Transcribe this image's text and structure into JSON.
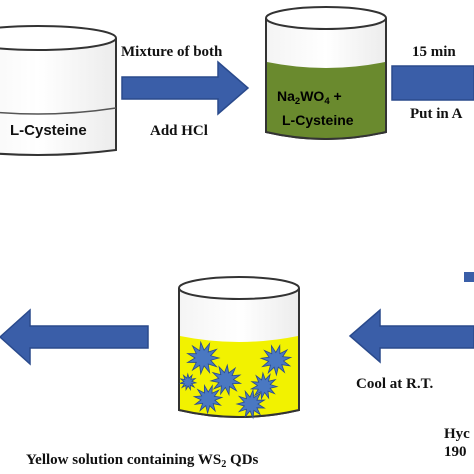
{
  "beaker_left": {
    "label": "L-Cysteine"
  },
  "step_mix": {
    "top_label": "Mixture of both",
    "bottom_label": "Add HCl"
  },
  "beaker_mixture": {
    "line1_prefix": "Na",
    "sub1": "2",
    "mid": "WO",
    "sub2": "4",
    "plus": " +",
    "line2": "L-Cysteine"
  },
  "step_heat": {
    "top_label": "15 min",
    "bottom_label": "Put in A"
  },
  "step_cool": {
    "label": "Cool at R.T."
  },
  "result": {
    "caption_prefix": "Yellow solution containing WS",
    "caption_sub": "2",
    "caption_suffix": " QDs"
  },
  "right_edge": {
    "line1": "Hyc",
    "line2": "190"
  },
  "colors": {
    "arrow_fill": "#3a5ea8",
    "arrow_stroke": "#2a4a8c",
    "mixture_liquid": "#6a8a2e",
    "yellow_liquid": "#f2f200",
    "qd_star": "#4a78c2",
    "beaker_stroke": "#333333"
  }
}
